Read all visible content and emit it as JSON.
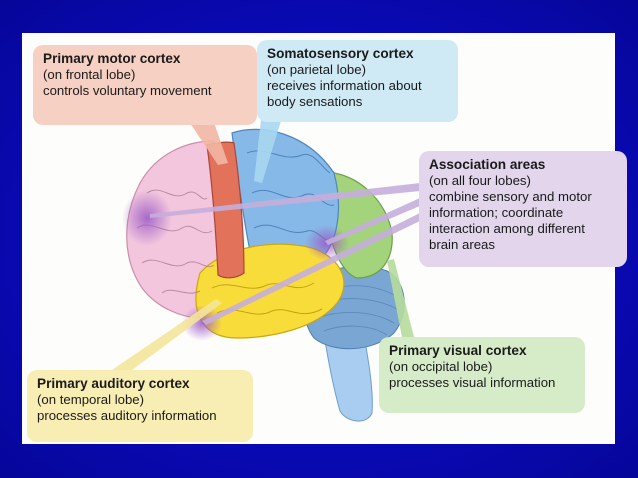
{
  "labels": {
    "motor": {
      "title": "Primary motor cortex",
      "lines": [
        "(on frontal lobe)",
        "controls voluntary movement"
      ]
    },
    "somato": {
      "title": "Somatosensory cortex",
      "lines": [
        "(on parietal lobe)",
        "receives information about",
        "body sensations"
      ]
    },
    "assoc": {
      "title": "Association areas",
      "lines": [
        "(on all four lobes)",
        "combine sensory and motor",
        "information; coordinate",
        "interaction among different",
        "brain areas"
      ]
    },
    "visual": {
      "title": "Primary visual cortex",
      "lines": [
        "(on occipital lobe)",
        "processes visual information"
      ]
    },
    "audit": {
      "title": "Primary auditory cortex",
      "lines": [
        "(on temporal lobe)",
        "processes auditory information"
      ]
    }
  },
  "colors": {
    "background": "#0a0ab8",
    "frontal": "#f1c3dc",
    "motor_strip": "#e07a5f",
    "parietal": "#7fb6e6",
    "temporal": "#f7dc3a",
    "occipital": "#9fd17a",
    "cerebellum": "#7aa9d6",
    "brainstem": "#9ec7ef"
  }
}
